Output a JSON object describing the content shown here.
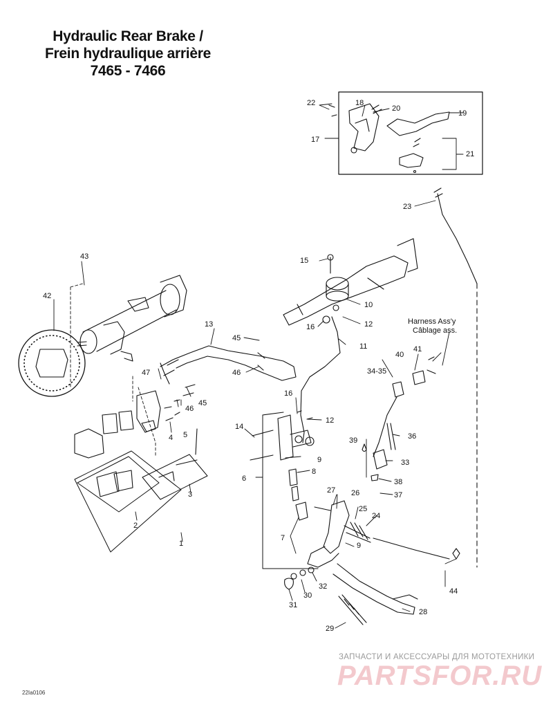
{
  "title": {
    "line1": "Hydraulic Rear Brake /",
    "line2": "Frein hydraulique arrière",
    "line3": "7465 - 7466"
  },
  "harness": {
    "line1": "Harness Ass'y",
    "line2": "Câblage ass."
  },
  "callouts": {
    "c1": "1",
    "c2": "2",
    "c3": "3",
    "c4": "4",
    "c5": "5",
    "c6": "6",
    "c7": "7",
    "c8": "8",
    "c9a": "9",
    "c9b": "9",
    "c10": "10",
    "c11": "11",
    "c12a": "12",
    "c12b": "12",
    "c13": "13",
    "c14": "14",
    "c15": "15",
    "c16a": "16",
    "c16b": "16",
    "c17": "17",
    "c18": "18",
    "c19": "19",
    "c20": "20",
    "c21": "21",
    "c22": "22",
    "c23": "23",
    "c24": "24",
    "c25": "25",
    "c26": "26",
    "c27": "27",
    "c28": "28",
    "c29": "29",
    "c30": "30",
    "c31": "31",
    "c32": "32",
    "c33": "33",
    "c3435": "34-35",
    "c36": "36",
    "c37": "37",
    "c38": "38",
    "c39": "39",
    "c40": "40",
    "c41": "41",
    "c42": "42",
    "c43": "43",
    "c44": "44",
    "c45a": "45",
    "c45b": "45",
    "c46a": "46",
    "c46b": "46",
    "c47": "47"
  },
  "watermark": {
    "top": "ЗАПЧАСТИ И АКСЕССУАРЫ ДЛЯ МОТОТЕХНИКИ",
    "logo": "PARTSFOR.RU"
  },
  "figure_code": "22Ia0106"
}
